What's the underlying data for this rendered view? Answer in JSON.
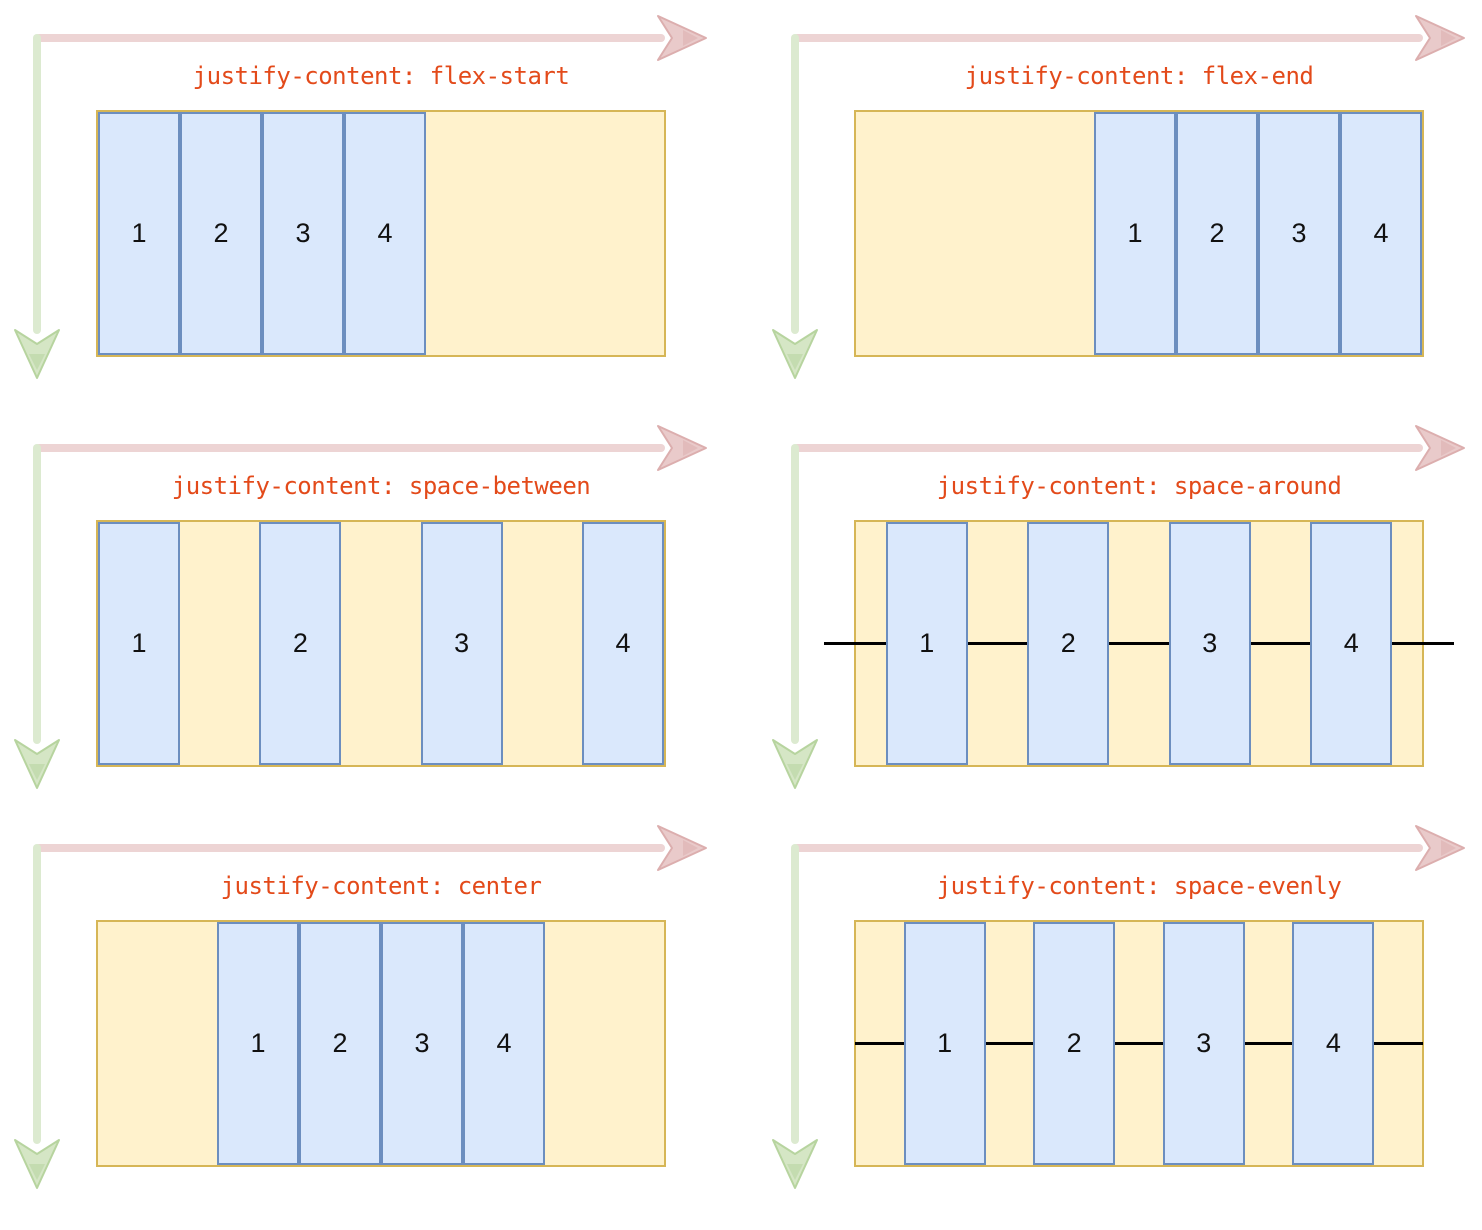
{
  "colors": {
    "title": "#e34a1a",
    "container_fill": "#fff2cc",
    "container_border": "#d6b656",
    "item_fill": "#dae8fc",
    "item_border": "#6c8ebf",
    "main_arrow_shaft": "#edd4d4",
    "main_arrow_fill": "#e9caca",
    "main_arrow_stroke": "#dcaeae",
    "cross_arrow_shaft": "#dcead0",
    "cross_arrow_fill": "#d5e6c5",
    "cross_arrow_stroke": "#b7d49f",
    "spacing_line": "#000000"
  },
  "panels": [
    {
      "title": "justify-content: flex-start",
      "css_value": "flex-start",
      "spacing_line": "none",
      "items": [
        "1",
        "2",
        "3",
        "4"
      ]
    },
    {
      "title": "justify-content: flex-end",
      "css_value": "flex-end",
      "spacing_line": "none",
      "items": [
        "1",
        "2",
        "3",
        "4"
      ]
    },
    {
      "title": "justify-content: space-between",
      "css_value": "space-between",
      "spacing_line": "none",
      "items": [
        "1",
        "2",
        "3",
        "4"
      ]
    },
    {
      "title": "justify-content: space-around",
      "css_value": "space-around",
      "spacing_line": "overflow",
      "items": [
        "1",
        "2",
        "3",
        "4"
      ]
    },
    {
      "title": "justify-content: center",
      "css_value": "center",
      "spacing_line": "none",
      "items": [
        "1",
        "2",
        "3",
        "4"
      ]
    },
    {
      "title": "justify-content: space-evenly",
      "css_value": "space-evenly",
      "spacing_line": "contained",
      "items": [
        "1",
        "2",
        "3",
        "4"
      ]
    }
  ]
}
